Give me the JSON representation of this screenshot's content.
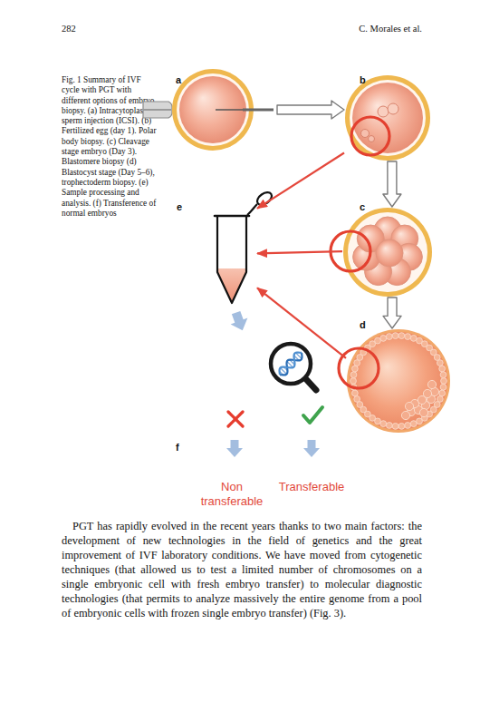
{
  "diagram": {
    "caption": "Fig. 1 Summary of IVF cycle with PGT with different options of embryo biopsy. (a) Intracytoplasmic sperm injection (ICSI). (b) Fertilized egg (day 1). Polar body biopsy. (c) Cleavage stage embryo (Day 3). Blastomere biopsy (d) Blastocyst stage (Day 5–6), trophectoderm biopsy. (e) Sample processing and analysis. (f) Transference of normal embryos",
    "nodes": [
      {
        "text": [
          "a"
        ]
      },
      {
        "text": [
          "b"
        ]
      },
      {
        "text": [
          "c"
        ]
      },
      {
        "text": [
          "d"
        ]
      },
      {
        "text": [
          "e"
        ]
      }
    ],
    "edges": [
      {
        "from": 0,
        "to": 1,
        "arrow": "to"
      },
      {
        "from": 1,
        "to": 2,
        "arrow": "to"
      },
      {
        "from": 2,
        "to": 3,
        "arrow": "to"
      },
      {
        "from": 1,
        "to": 4,
        "arrow": "to"
      },
      {
        "from": 2,
        "to": 4,
        "arrow": "to"
      },
      {
        "from": 3,
        "to": 4,
        "arrow": "to"
      }
    ],
    "labels": [
      "282",
      "C. Morales et al.",
      "f",
      "Non transferable",
      "Transferable",
      "PGT has rapidly evolved in the recent years thanks to two main factors: the development of new technologies in the field of genetics and the great improvement of IVF laboratory conditions. We have moved from cytogenetic techniques (that allowed us to test a limited number of chromosomes on a single embryonic cell with fresh embryo transfer) to molecular diagnostic technologies (that permits to analyze massively the entire genome from a pool of embryonic cells with frozen single embryo transfer) (Fig. 3)."
    ]
  }
}
